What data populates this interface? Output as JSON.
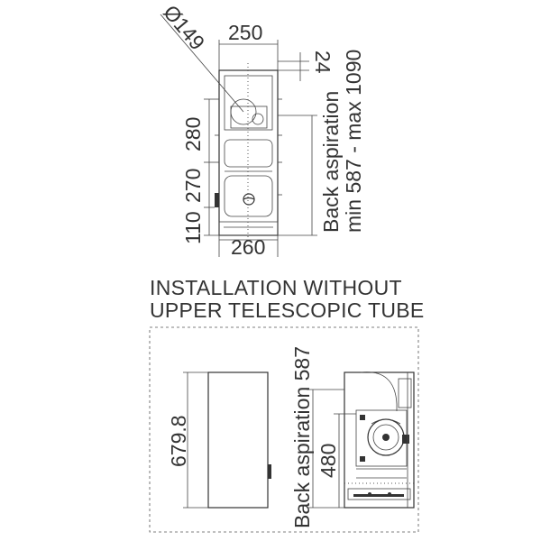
{
  "top_view": {
    "dims": {
      "diameter": "Ø149",
      "width_top": "250",
      "depth_top": "24",
      "back_aspiration": "Back aspiration",
      "range": "min 587 - max 1090",
      "h1": "280",
      "h2": "270",
      "h3": "110",
      "width_bottom": "260"
    }
  },
  "section_title": {
    "line1": "INSTALLATION WITHOUT",
    "line2": "UPPER TELESCOPIC TUBE"
  },
  "bottom_view": {
    "dims": {
      "height": "679.8",
      "back_aspiration": "Back aspiration 587",
      "h480": "480"
    }
  }
}
